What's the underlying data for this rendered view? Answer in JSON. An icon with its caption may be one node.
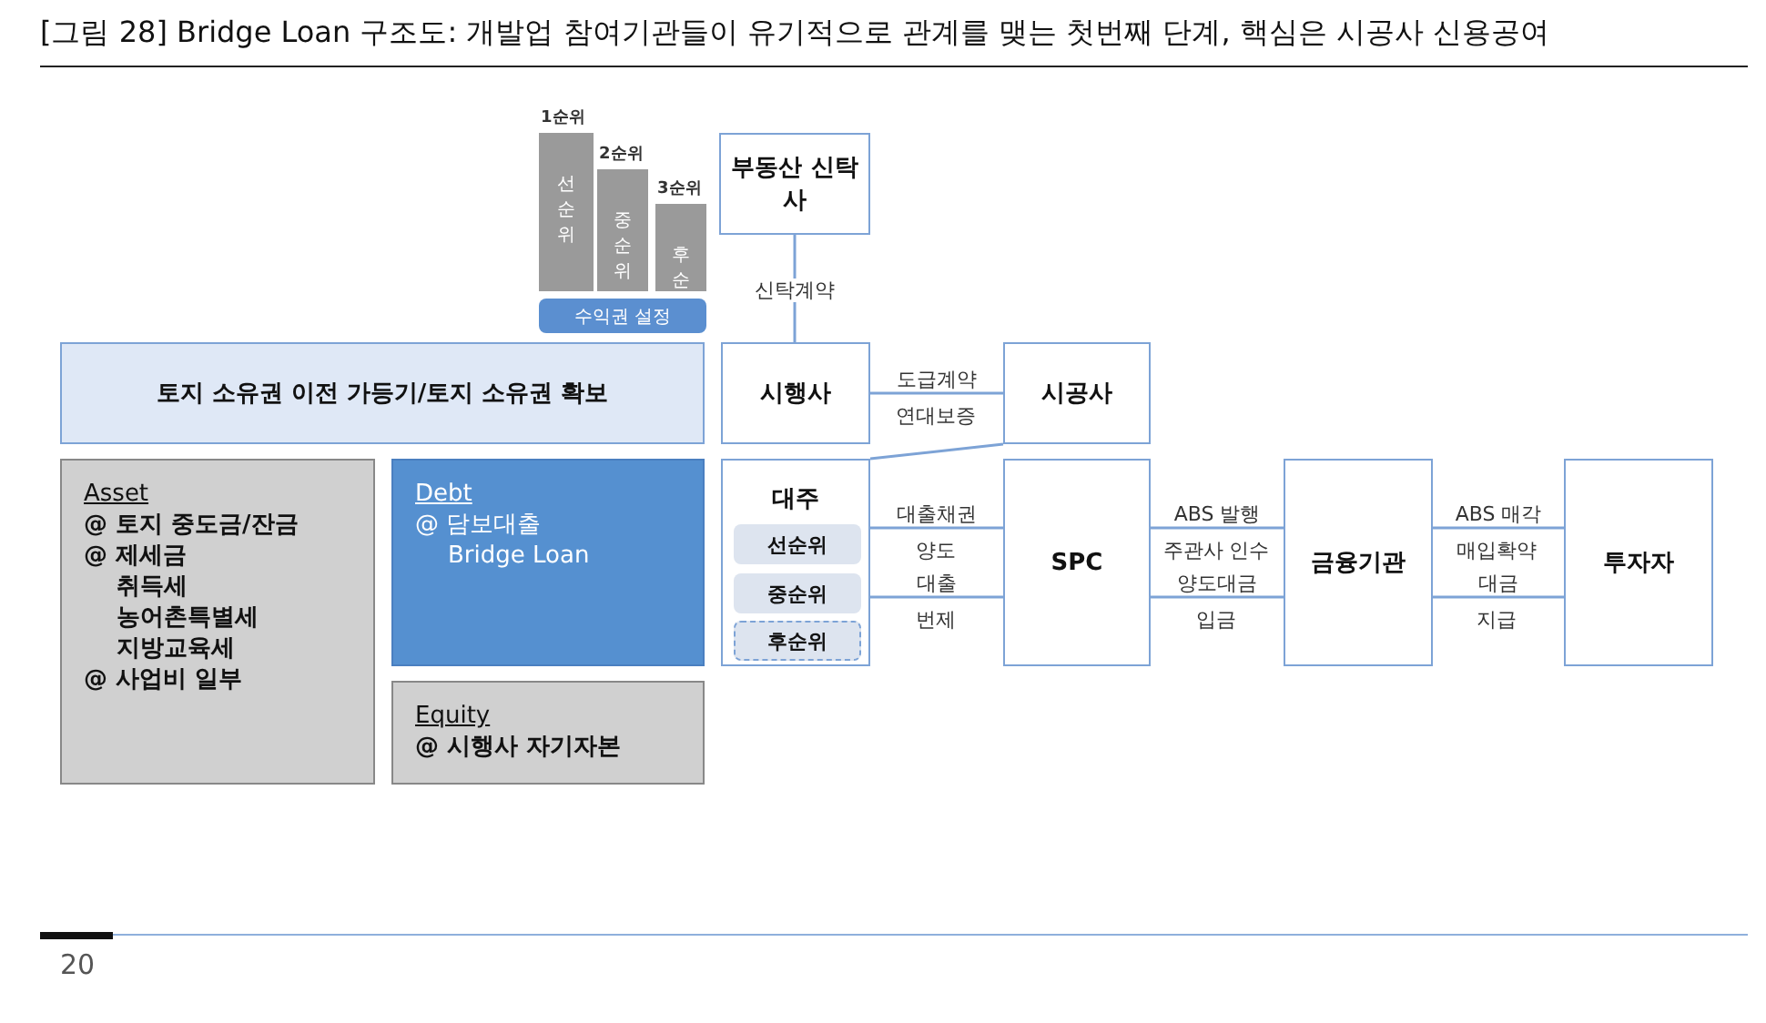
{
  "diagram": {
    "title": "[그림 28] Bridge Loan 구조도: 개발업 참여기관들이 유기적으로 관계를 맺는 첫번째 단계, 핵심은 시공사 신용공여",
    "nodes": [
      {
        "text": [
          "선순위"
        ],
        "beside": [
          "1순위"
        ]
      },
      {
        "text": [
          "중순위"
        ],
        "beside": [
          "2순위"
        ]
      },
      {
        "text": [
          "후순"
        ],
        "beside": [
          "3순위"
        ]
      },
      {
        "text": [
          "수익권 설정"
        ]
      },
      {
        "text": [
          "부동산 신탁사"
        ]
      },
      {
        "text": [
          "토지 소유권 이전 가등기/토지 소유권 확보"
        ]
      },
      {
        "text": [
          "시행사"
        ]
      },
      {
        "text": [
          "시공사"
        ]
      },
      {
        "text": [
          "Asset",
          "@ 토지 중도금/잔금",
          "@ 제세금",
          "취득세",
          "농어촌특별세",
          "지방교육세",
          "@ 사업비 일부"
        ]
      },
      {
        "text": [
          "Debt",
          "@ 담보대출",
          "Bridge Loan"
        ]
      },
      {
        "text": [
          "Equity",
          "@ 시행사 자기자본"
        ]
      },
      {
        "text": [
          "대주"
        ]
      },
      {
        "text": [
          "선순위"
        ],
        "in": 11
      },
      {
        "text": [
          "중순위"
        ],
        "in": 11
      },
      {
        "text": [
          "후순위"
        ],
        "in": 11
      },
      {
        "text": [
          "SPC"
        ]
      },
      {
        "text": [
          "금융기관"
        ]
      },
      {
        "text": [
          "투자자"
        ]
      }
    ],
    "edges": [
      {
        "from": 4,
        "to": 6,
        "arrow": "none",
        "label": "신탁계약"
      },
      {
        "from": 6,
        "to": 7,
        "arrow": "none",
        "label": "도급계약"
      },
      {
        "from": 7,
        "to": 11,
        "arrow": "none"
      },
      {
        "from": 11,
        "to": 15,
        "arrow": "none",
        "label": "대출채권"
      },
      {
        "from": 11,
        "to": 15,
        "arrow": "none",
        "label": "대출"
      },
      {
        "from": 15,
        "to": 16,
        "arrow": "none",
        "label": "ABS 발행"
      },
      {
        "from": 15,
        "to": 16,
        "arrow": "none",
        "label": "양도대금"
      },
      {
        "from": 16,
        "to": 17,
        "arrow": "none",
        "label": "ABS 매각"
      },
      {
        "from": 16,
        "to": 17,
        "arrow": "none",
        "label": "대금"
      }
    ],
    "labels": [
      "연대보증",
      "양도",
      "번제",
      "주관사 인수",
      "입금",
      "매입확약",
      "지급",
      "20"
    ]
  }
}
